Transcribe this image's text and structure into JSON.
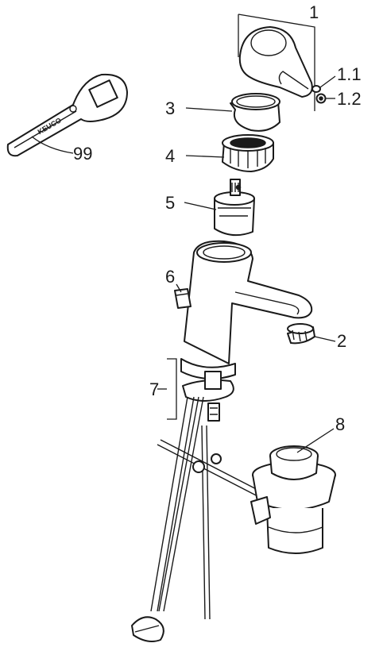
{
  "title": "",
  "callouts": {
    "c1": "1",
    "c1_1": "1.1",
    "c1_2": "1.2",
    "c2": "2",
    "c3": "3",
    "c4": "4",
    "c5": "5",
    "c6": "6",
    "c7": "7",
    "c8": "8",
    "c99": "99"
  },
  "wrench": {
    "brand_text": "KEUCO"
  },
  "icons": {
    "wrench": "service-wrench-icon",
    "handle": "lever-handle-icon",
    "cartridge": "valve-cartridge-icon"
  }
}
